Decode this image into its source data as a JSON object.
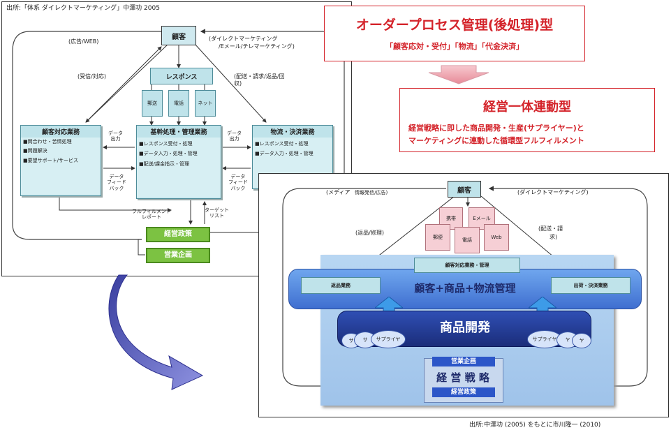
{
  "left": {
    "source": "出所:「体系 ダイレクトマーケティング」中澤功 2005",
    "customer": "顧客",
    "ad_web": "(広告/WEB)",
    "direct_marketing": "(ダイレクトマーケティング",
    "email_tele": "/Eメール/テレマーケティング)",
    "response": "レスポンス",
    "channels": [
      "郵送",
      "電話",
      "ネット"
    ],
    "receive": "(受信/対応)",
    "delivery": "(配送・請求/返品/回",
    "delivery2": "収)",
    "box_customer": {
      "title": "顧客対応業務",
      "items": [
        "■問合わせ・苦情処理",
        "■問題解決",
        "■要望サポート/サービス"
      ]
    },
    "box_core": {
      "title": "基幹処理・管理業務",
      "items": [
        "■レスポンス受付・処理",
        "■データ入力・処理・管理",
        "■配送/課金指示・管理"
      ]
    },
    "box_logistics": {
      "title": "物流・決済業務",
      "items": [
        "■レスポンス受付・処理",
        "■データ入力・処理・管理"
      ]
    },
    "data_out": [
      "データ",
      "出力"
    ],
    "data_feedback": [
      "データ",
      "フィード",
      "バック"
    ],
    "fulfillment_report": [
      "フルフィルメント",
      "レポート"
    ],
    "target_list": [
      "ターゲット",
      "リスト"
    ],
    "mgmt_policy": "経営政策",
    "sales_plan": "営業企画"
  },
  "right": {
    "banner_title": "オーダープロセス管理(後処理)型",
    "banner_sub": "「顧客応対・受付」「物流」「代金決済」",
    "title2": "経営一体連動型",
    "desc": [
      "経営戦略に即した商品開発・生産(サプライヤー)と",
      "マーケティングに連動した循環型フルフィルメント"
    ]
  },
  "inner": {
    "customer": "顧客",
    "media": "(メディア",
    "media_sub": "情報発信/広告)",
    "direct_marketing": "(ダイレクトマーケティング)",
    "channels": [
      "携帯",
      "Eメール",
      "郵便",
      "電話",
      "Web"
    ],
    "return_repair": "(返品/修理)",
    "delivery": "(配送・請",
    "delivery2": "求)",
    "customer_mgmt": "顧客対応業務・管理",
    "returns": "返品業務",
    "center": "顧客+商品+物流管理",
    "shipping": "出荷・決済業務",
    "product_dev": "商品開発",
    "suppliers_left": [
      "サ",
      "サ",
      "サプライヤ"
    ],
    "suppliers_right": [
      "サプライヤ",
      "ヤ",
      "ヤ"
    ],
    "sales_plan": "営業企画",
    "strategy": "経 営 戦 略",
    "mgmt_policy": "経営政策"
  },
  "footer_source": "出所:中澤功 (2005) をもとに市川隆一 (2010)"
}
